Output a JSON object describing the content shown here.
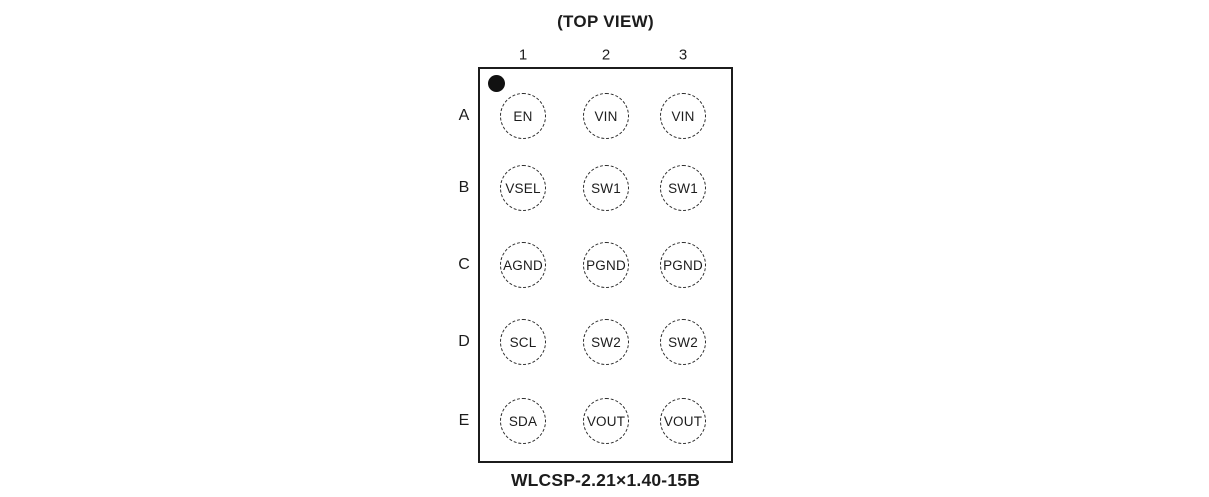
{
  "diagram": {
    "title": "(TOP VIEW)",
    "package_label": "WLCSP-2.21×1.40-15B",
    "column_headers": [
      "1",
      "2",
      "3"
    ],
    "row_headers": [
      "A",
      "B",
      "C",
      "D",
      "E"
    ],
    "pins": [
      [
        "EN",
        "VIN",
        "VIN"
      ],
      [
        "VSEL",
        "SW1",
        "SW1"
      ],
      [
        "AGND",
        "PGND",
        "PGND"
      ],
      [
        "SCL",
        "SW2",
        "SW2"
      ],
      [
        "SDA",
        "VOUT",
        "VOUT"
      ]
    ],
    "pin1_marker": "filled-dot",
    "colors": {
      "line": "#1c1c1c",
      "background": "#ffffff"
    }
  }
}
